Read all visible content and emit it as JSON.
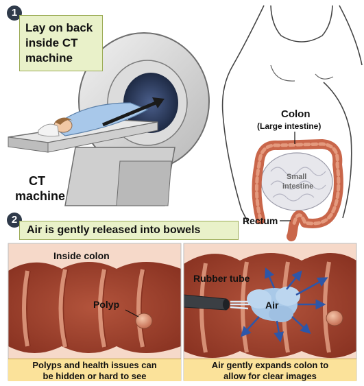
{
  "step1": {
    "number": "1",
    "instruction": [
      "Lay on back",
      "inside CT",
      "machine"
    ],
    "machine_label": [
      "CT",
      "machine"
    ]
  },
  "anatomy": {
    "colon_label": "Colon",
    "colon_sublabel": "(Large intestine)",
    "small_intestine_label": [
      "Small",
      "intestine"
    ],
    "rectum_label": "Rectum"
  },
  "step2": {
    "number": "2",
    "instruction": "Air is gently released into bowels",
    "left_panel": {
      "title": "Inside colon",
      "polyp_label": "Polyp",
      "caption": [
        "Polyps and health issues can",
        "be hidden or hard to see"
      ]
    },
    "right_panel": {
      "tube_label": "Rubber tube",
      "air_label": "Air",
      "caption": [
        "Air gently expands colon to",
        "allow for clear images"
      ]
    }
  },
  "colors": {
    "step_box": "#e9f1c9",
    "caption_box": "#fbe29a",
    "colon_tissue": "#c9664a",
    "air_cloud": "#a9c9e8",
    "arrows": "#2d56a8"
  }
}
